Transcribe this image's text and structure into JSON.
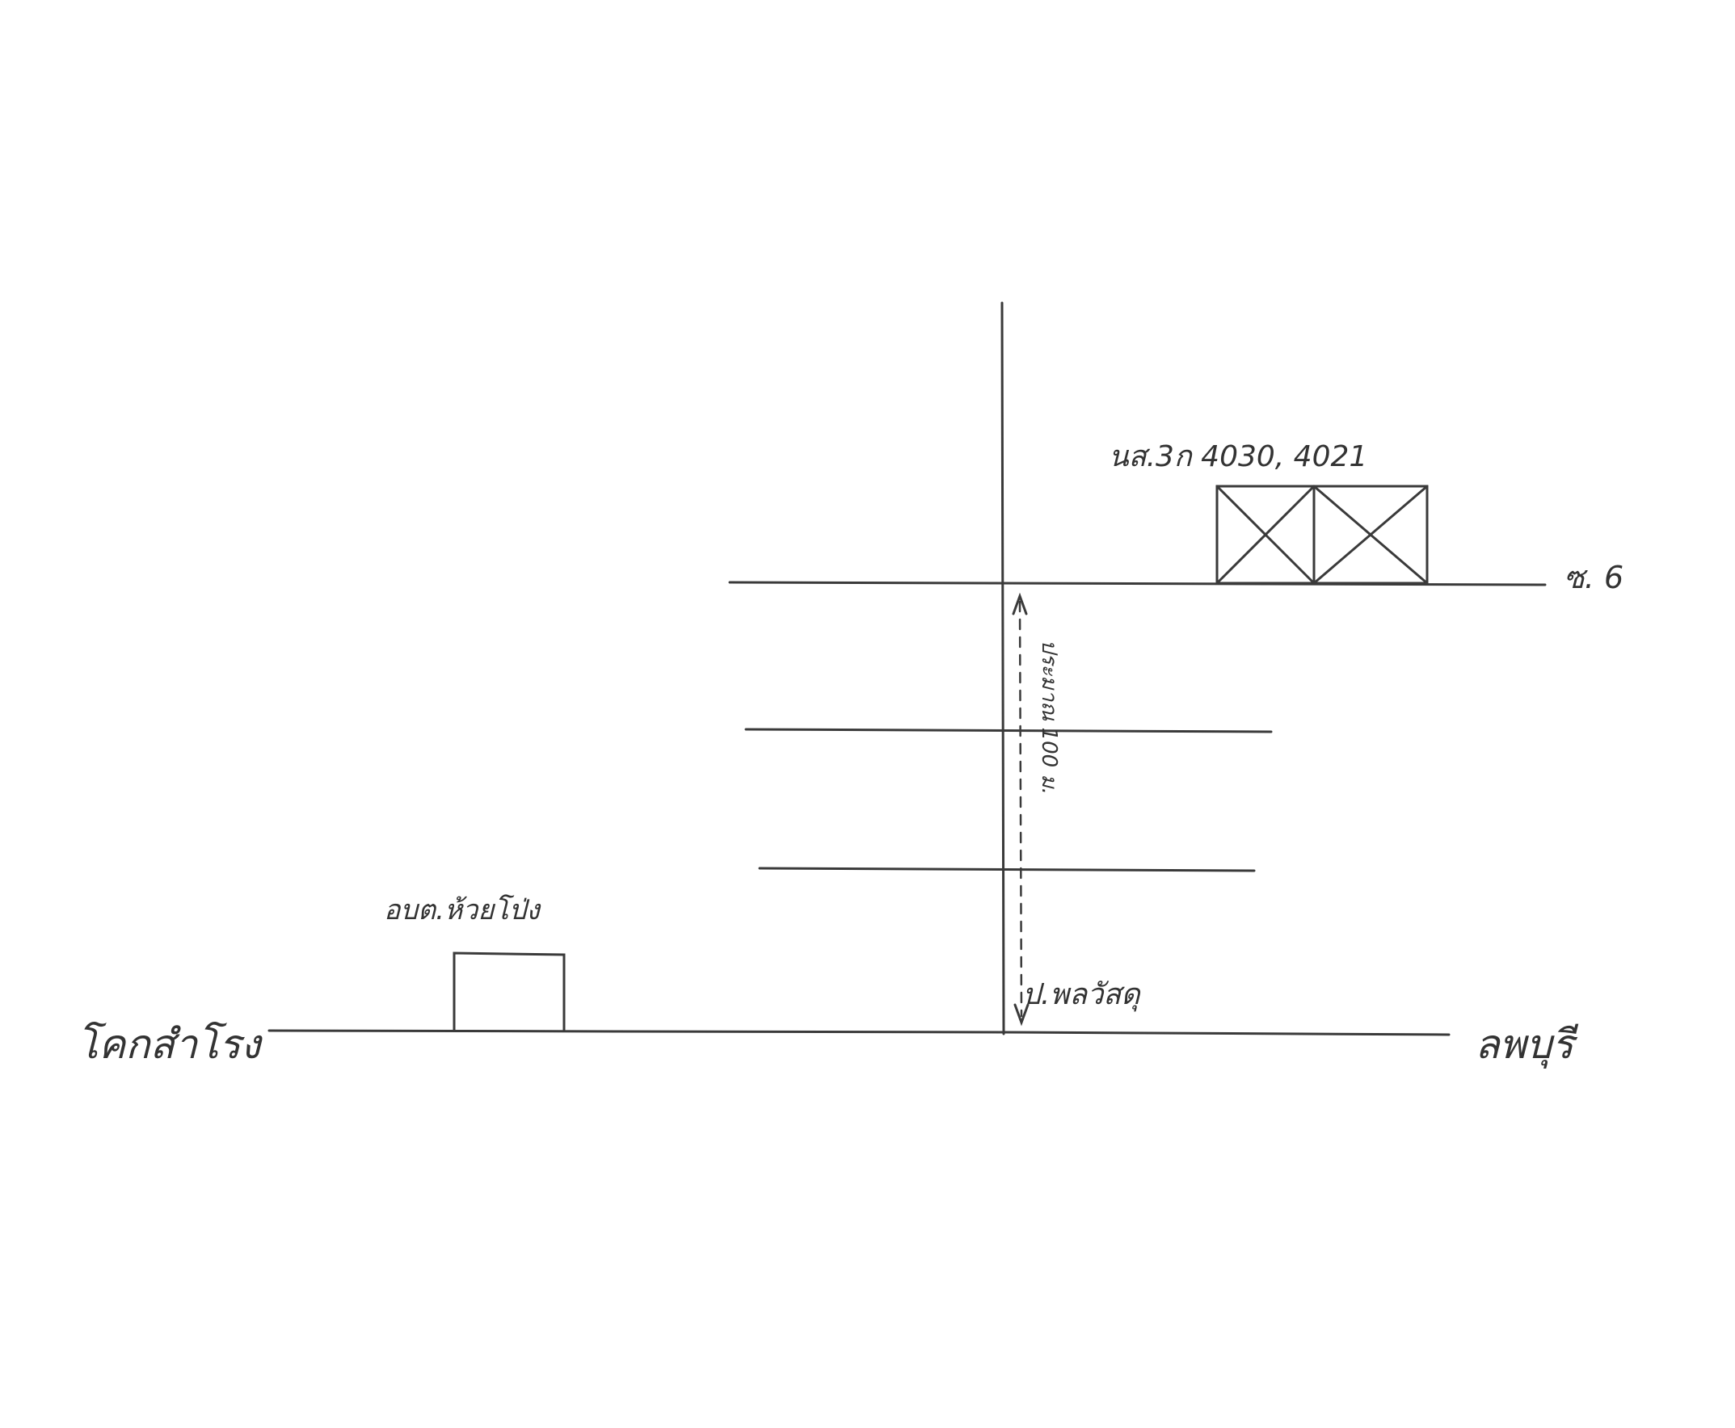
{
  "map": {
    "labels": {
      "left_destination": "โคกสำโรง",
      "right_destination": "ลพบุรี",
      "soi_label": "ซ. 6",
      "deed_numbers": "นส.3ก 4030, 4021",
      "tao_office": "อบต.ห้วยโป่ง",
      "junction": "ป.พลวัสดุ",
      "distance": "ประมาณ 100 ม."
    },
    "colors": {
      "ink": "#3a3a3a",
      "paper": "#ffffff"
    },
    "icons": {
      "parcel": "crossed-box-parcel-icon",
      "office": "building-box-icon"
    }
  }
}
